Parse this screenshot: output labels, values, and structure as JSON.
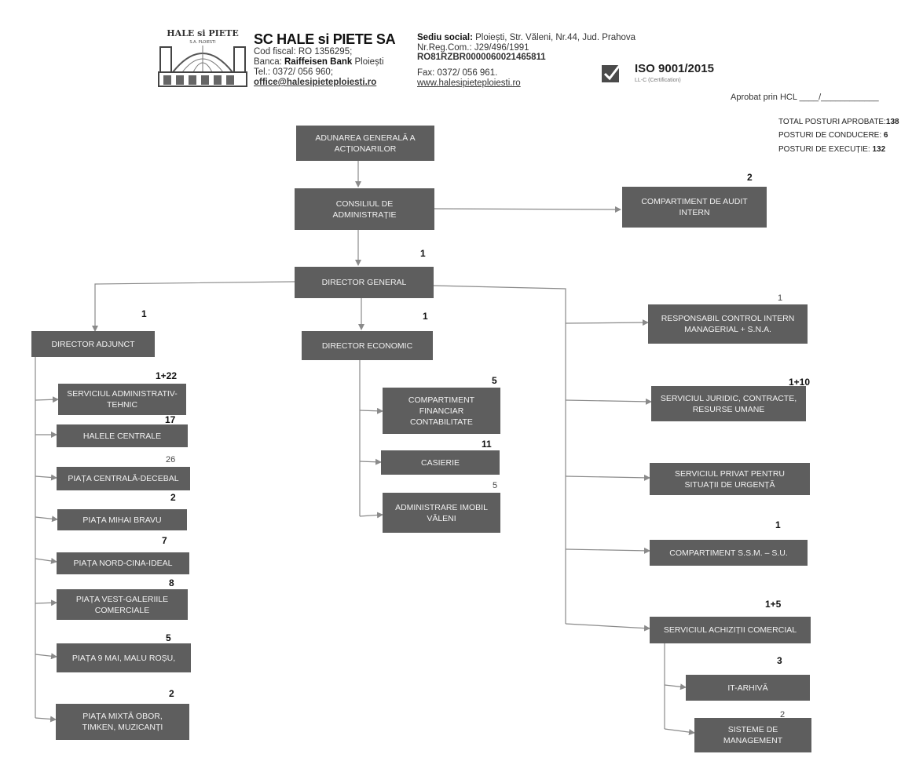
{
  "header": {
    "logo_text": "HALE si PIETE",
    "logo_sub": "S.A. PLOIESTI",
    "company_name": "SC HALE si PIETE SA",
    "cod_fiscal": "Cod fiscal: RO 1356295;",
    "banca_prefix": "Banca: ",
    "banca_name": "Raiffeisen Bank",
    "banca_city": " Ploiești",
    "tel": "Tel.: 0372/ 056 960;",
    "email": "office@halesipieteploiesti.ro",
    "sediu_label": "Sediu social:",
    "sediu_value": " Ploiești, Str. Văleni, Nr.44, Jud. Prahova",
    "nr_reg": "Nr.Reg.Com.: J29/496/1991",
    "iban": "RO81RZBR0000060021465811",
    "fax": "Fax: 0372/ 056 961.",
    "website": "www.halesipieteploiesti.ro",
    "iso_title": "ISO 9001/2015",
    "iso_sub": "LL-C (Certification)",
    "aprobat": "Aprobat prin HCL ____/____________"
  },
  "totals": {
    "total_label": "TOTAL POSTURI APROBATE:",
    "total_value": "138",
    "conducere_label": "POSTURI DE CONDUCERE: ",
    "conducere_value": "6",
    "executie_label": "POSTURI DE EXECUȚIE: ",
    "executie_value": "132"
  },
  "nodes": {
    "adunarea": [
      "ADUNAREA GENERALĂ A",
      "ACȚIONARILOR"
    ],
    "consiliul": [
      "CONSILIUL DE",
      "ADMINISTRAȚIE"
    ],
    "audit": [
      "COMPARTIMENT DE AUDIT",
      "INTERN"
    ],
    "director_general": [
      "DIRECTOR GENERAL"
    ],
    "director_adjunct": [
      "DIRECTOR ADJUNCT"
    ],
    "director_economic": [
      "DIRECTOR ECONOMIC"
    ],
    "serv_admin": [
      "SERVICIUL ADMINISTRATIV-",
      "TEHNIC"
    ],
    "halele": [
      "HALELE CENTRALE"
    ],
    "piata_decebal": [
      "PIAȚA CENTRALĂ-DECEBAL"
    ],
    "piata_mihai": [
      "PIAȚA MIHAI BRAVU"
    ],
    "piata_nord": [
      "PIAȚA NORD-CINA-IDEAL"
    ],
    "piata_vest": [
      "PIAȚA VEST-GALERIILE",
      "COMERCIALE"
    ],
    "piata_9mai": [
      "PIAȚA 9 MAI, MALU ROȘU,"
    ],
    "piata_mixta": [
      "PIAȚA MIXTĂ OBOR,",
      "TIMKEN, MUZICANȚI"
    ],
    "comp_financiar": [
      "COMPARTIMENT",
      "FINANCIAR",
      "CONTABILITATE"
    ],
    "casierie": [
      "CASIERIE"
    ],
    "admin_imobil": [
      "ADMINISTRARE IMOBIL",
      "VĂLENI"
    ],
    "resp_control": [
      "RESPONSABIL CONTROL INTERN",
      "MANAGERIAL + S.N.A."
    ],
    "serv_juridic": [
      "SERVICIUL JURIDIC, CONTRACTE,",
      "RESURSE UMANE"
    ],
    "serv_privat": [
      "SERVICIUL PRIVAT PENTRU",
      "SITUAȚII DE URGENȚĂ"
    ],
    "comp_ssm": [
      "COMPARTIMENT S.S.M. – S.U."
    ],
    "serv_achizitii": [
      "SERVICIUL ACHIZIȚII COMERCIAL"
    ],
    "it_arhiva": [
      "IT-ARHIVĂ"
    ],
    "sisteme": [
      "SISTEME DE",
      "MANAGEMENT"
    ]
  },
  "counts": {
    "audit": "2",
    "director_general": "1",
    "director_adjunct": "1",
    "director_economic": "1",
    "resp_control": "1",
    "serv_admin": "1+22",
    "halele": "17",
    "piata_decebal": "26",
    "piata_mihai": "2",
    "piata_nord": "7",
    "piata_vest": "8",
    "piata_9mai": "5",
    "piata_mixta": "2",
    "comp_financiar": "5",
    "casierie": "11",
    "admin_imobil": "5",
    "serv_juridic": "1+10",
    "comp_ssm": "1",
    "serv_achizitii": "1+5",
    "it_arhiva": "3",
    "sisteme": "2"
  },
  "colors": {
    "box_fill": "#5e5e5e",
    "box_text": "#f1f1f1",
    "line": "#8a8a8a"
  }
}
